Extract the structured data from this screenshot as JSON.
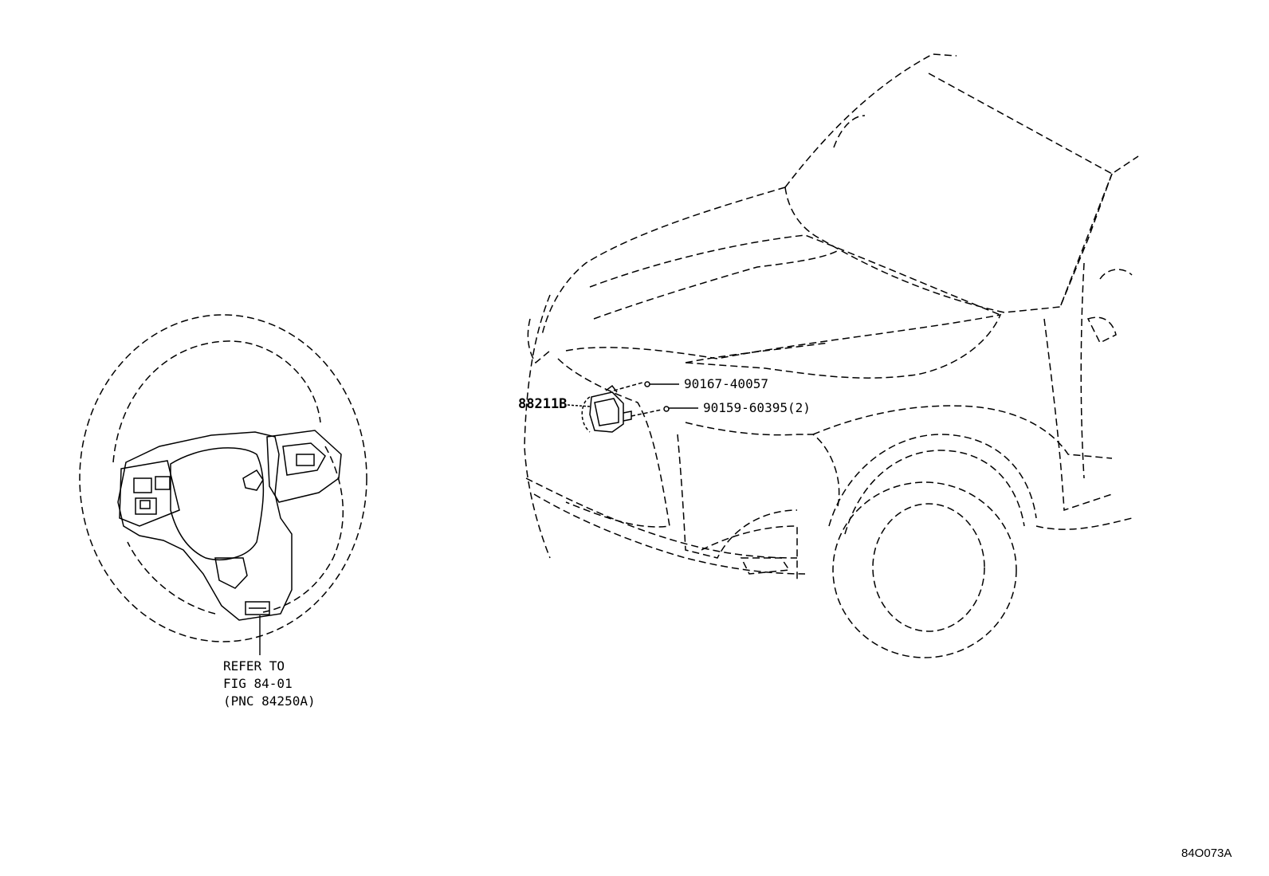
{
  "callouts": {
    "main_part": "88211B",
    "screw_1": "90167-40057",
    "screw_2": "90159-60395(2)"
  },
  "note": {
    "line1": "REFER TO",
    "line2": "FIG 84-01",
    "line3": "(PNC 84250A)"
  },
  "figure_id": "84O073A"
}
